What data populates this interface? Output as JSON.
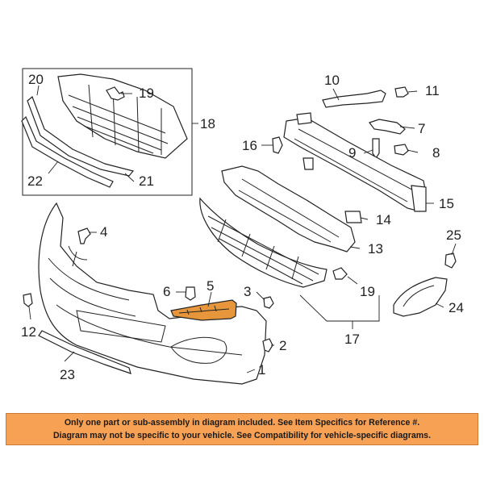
{
  "callouts": {
    "c1": "1",
    "c2": "2",
    "c3": "3",
    "c4": "4",
    "c5": "5",
    "c6": "6",
    "c7": "7",
    "c8": "8",
    "c9": "9",
    "c10": "10",
    "c11": "11",
    "c12": "12",
    "c13": "13",
    "c14": "14",
    "c15": "15",
    "c16": "16",
    "c17": "17",
    "c18": "18",
    "c19a": "19",
    "c19b": "19",
    "c20": "20",
    "c21": "21",
    "c22": "22",
    "c23": "23",
    "c24": "24",
    "c25": "25"
  },
  "notice": {
    "line1": "Only one part or sub-assembly in diagram included. See Item Specifics for Reference #.",
    "line2": "Diagram may not be specific to your vehicle. See Compatibility for vehicle-specific diagrams."
  },
  "colors": {
    "highlight_part": "#e8963c",
    "notice_background": "#f7a154"
  }
}
